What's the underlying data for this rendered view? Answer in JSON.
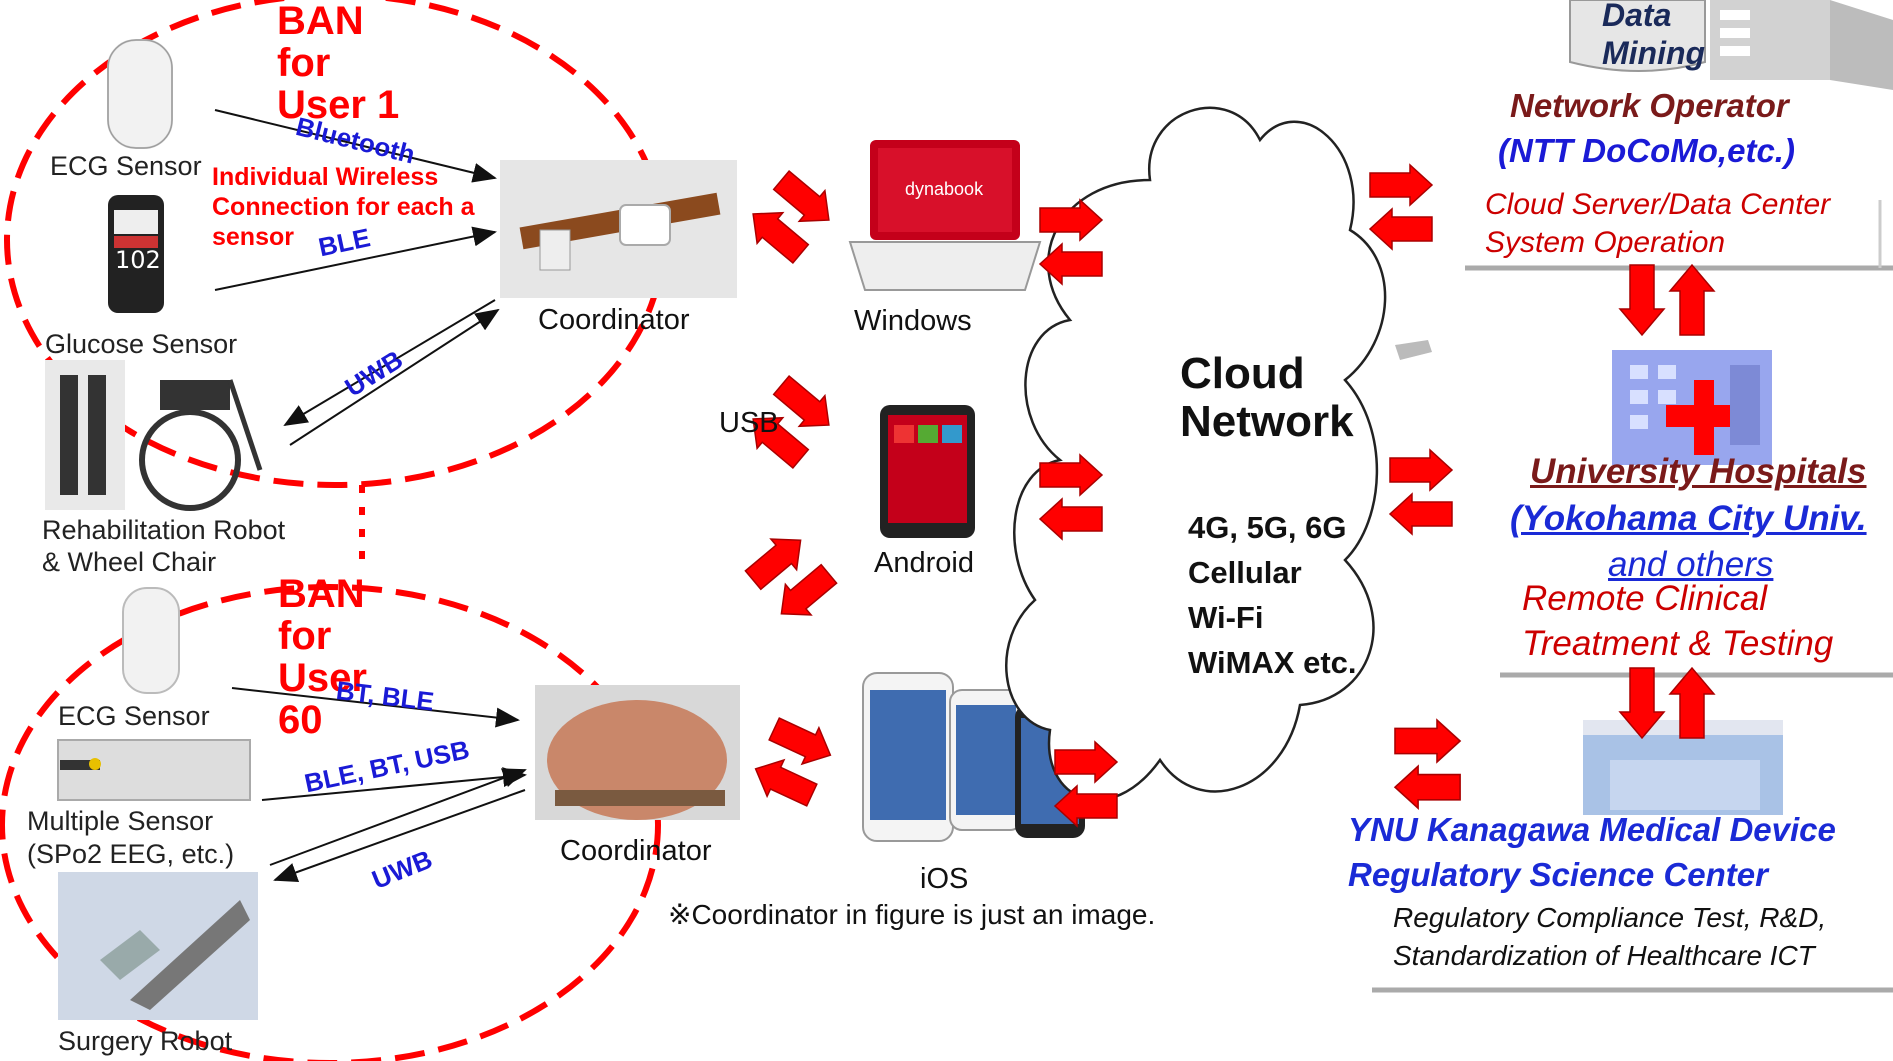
{
  "ban1": {
    "line1": "BAN",
    "line2": "for",
    "line3": "User 1"
  },
  "ban2": {
    "line1": "BAN",
    "line2": "for",
    "line3": "User",
    "line4": "60"
  },
  "sensors": {
    "ecg1": "ECG Sensor",
    "glucose": "Glucose Sensor",
    "glucose_reading": "102",
    "rehab_line1": "Rehabilitation Robot",
    "rehab_line2": "& Wheel Chair",
    "ecg2": "ECG Sensor",
    "multi_line1": "Multiple Sensor",
    "multi_line2": "(SPo2 EEG, etc.)",
    "surgery": "Surgery Robot"
  },
  "protocols": {
    "bluetooth": "Bluetooth",
    "ble": "BLE",
    "uwb1": "UWB",
    "bt_ble": "BT, BLE",
    "ble_bt_usb": "BLE, BT, USB",
    "uwb2": "UWB",
    "usb": "USB"
  },
  "wireless_note": {
    "line1": "Individual Wireless",
    "line2": "Connection for each a",
    "line3": "sensor"
  },
  "coordinators": {
    "c1": "Coordinator",
    "c2": "Coordinator"
  },
  "devices": {
    "windows": "Windows",
    "android": "Android",
    "ios": "iOS",
    "laptop_brand": "dynabook"
  },
  "cloud": {
    "title1": "Cloud",
    "title2": "Network",
    "line1": "4G, 5G, 6G",
    "line2": "Cellular",
    "line3": "Wi-Fi",
    "line4": "WiMAX etc."
  },
  "data_mining": {
    "line1": "Data",
    "line2": "Mining"
  },
  "operator": {
    "title": "Network Operator",
    "subtitle": "(NTT DoCoMo,etc.)",
    "desc1": "Cloud Server/Data Center",
    "desc2": "System  Operation"
  },
  "hospital": {
    "title": "University Hospitals",
    "subtitle": "(Yokohama City Univ.",
    "and_others": "and others",
    "desc1": "Remote  Clinical",
    "desc2": "Treatment  & Testing"
  },
  "ynu": {
    "title1": "YNU Kanagawa Medical Device",
    "title2": "Regulatory Science Center",
    "desc1": "Regulatory Compliance Test, R&D,",
    "desc2": "Standardization of Healthcare ICT"
  },
  "footnote": "※Coordinator in figure is just an image.",
  "colors": {
    "arrow": "#ff0000",
    "ellipse": "#ff0000",
    "protocol": "#1a1ad6"
  }
}
